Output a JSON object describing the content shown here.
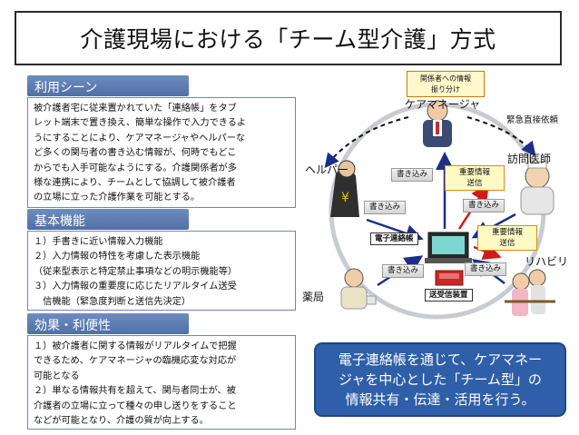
{
  "title": "介護現場における「チーム型介護」方式",
  "sections": {
    "usage": {
      "heading": "利用シーン",
      "lines": [
        "被介護者宅に従来置かれていた「連絡帳」をタブ",
        "レット端末で置き換え、簡単な操作で入力できるよ",
        "うにすることにより、ケアマネージャやヘルパーな",
        "ど多くの関与者の書き込む情報が、何時でもどこ",
        "からでも入手可能なようにする。介護関係者が多",
        "様な連携により、チームとして協調して被介護者",
        "の立場に立った介護作業を可能とする。"
      ]
    },
    "features": {
      "heading": "基本機能",
      "lines": [
        "１）手書きに近い情報入力機能",
        "２）入力情報の特性を考慮した表示機能",
        "（従来型表示と特定禁止事項などの明示機能等）",
        "３）入力情報の重要度に応じたリアルタイム送受",
        "　信機能（緊急度判断と送信先決定）"
      ]
    },
    "benefits": {
      "heading": "効果・利便性",
      "lines": [
        "１）被介護者に関する情報がリアルタイムで把握",
        "できるため、ケアマネージャの臨機応変な対応が",
        "可能となる",
        "２）単なる情報共有を超えて、関与者同士が、被",
        "介護者の立場に立って種々の申し送りをすること",
        "などが可能となり、介護の質が向上する。"
      ]
    }
  },
  "diagram": {
    "note": [
      "関係者への情報",
      "振り分け"
    ],
    "roles": {
      "care_manager": "ケアマネージャ",
      "emergency": "緊急直接依頼",
      "doctor": "訪問医師",
      "helper": "ヘルパー",
      "rehab": "リハビリ",
      "pharmacy": "薬局"
    },
    "write_tag": "書き込み",
    "important_tag": [
      "重要情報",
      "送信"
    ],
    "device_notebook": "電子連絡帳",
    "device_sendrecv": "送受信装置"
  },
  "summary": [
    "電子連絡帳を通じて、ケアマネー",
    "ジャを中心とした「チーム型」の",
    "情報共有・伝達・活用を行う。"
  ],
  "colors": {
    "section_header": "#4f6fa6",
    "summary_bg": "#2f5fa8",
    "circle": "#c8ccd2",
    "tag_yellow": "#fff9c4",
    "arrow_blue": "#1b2f8a",
    "arrow_red": "#d11a1a"
  }
}
